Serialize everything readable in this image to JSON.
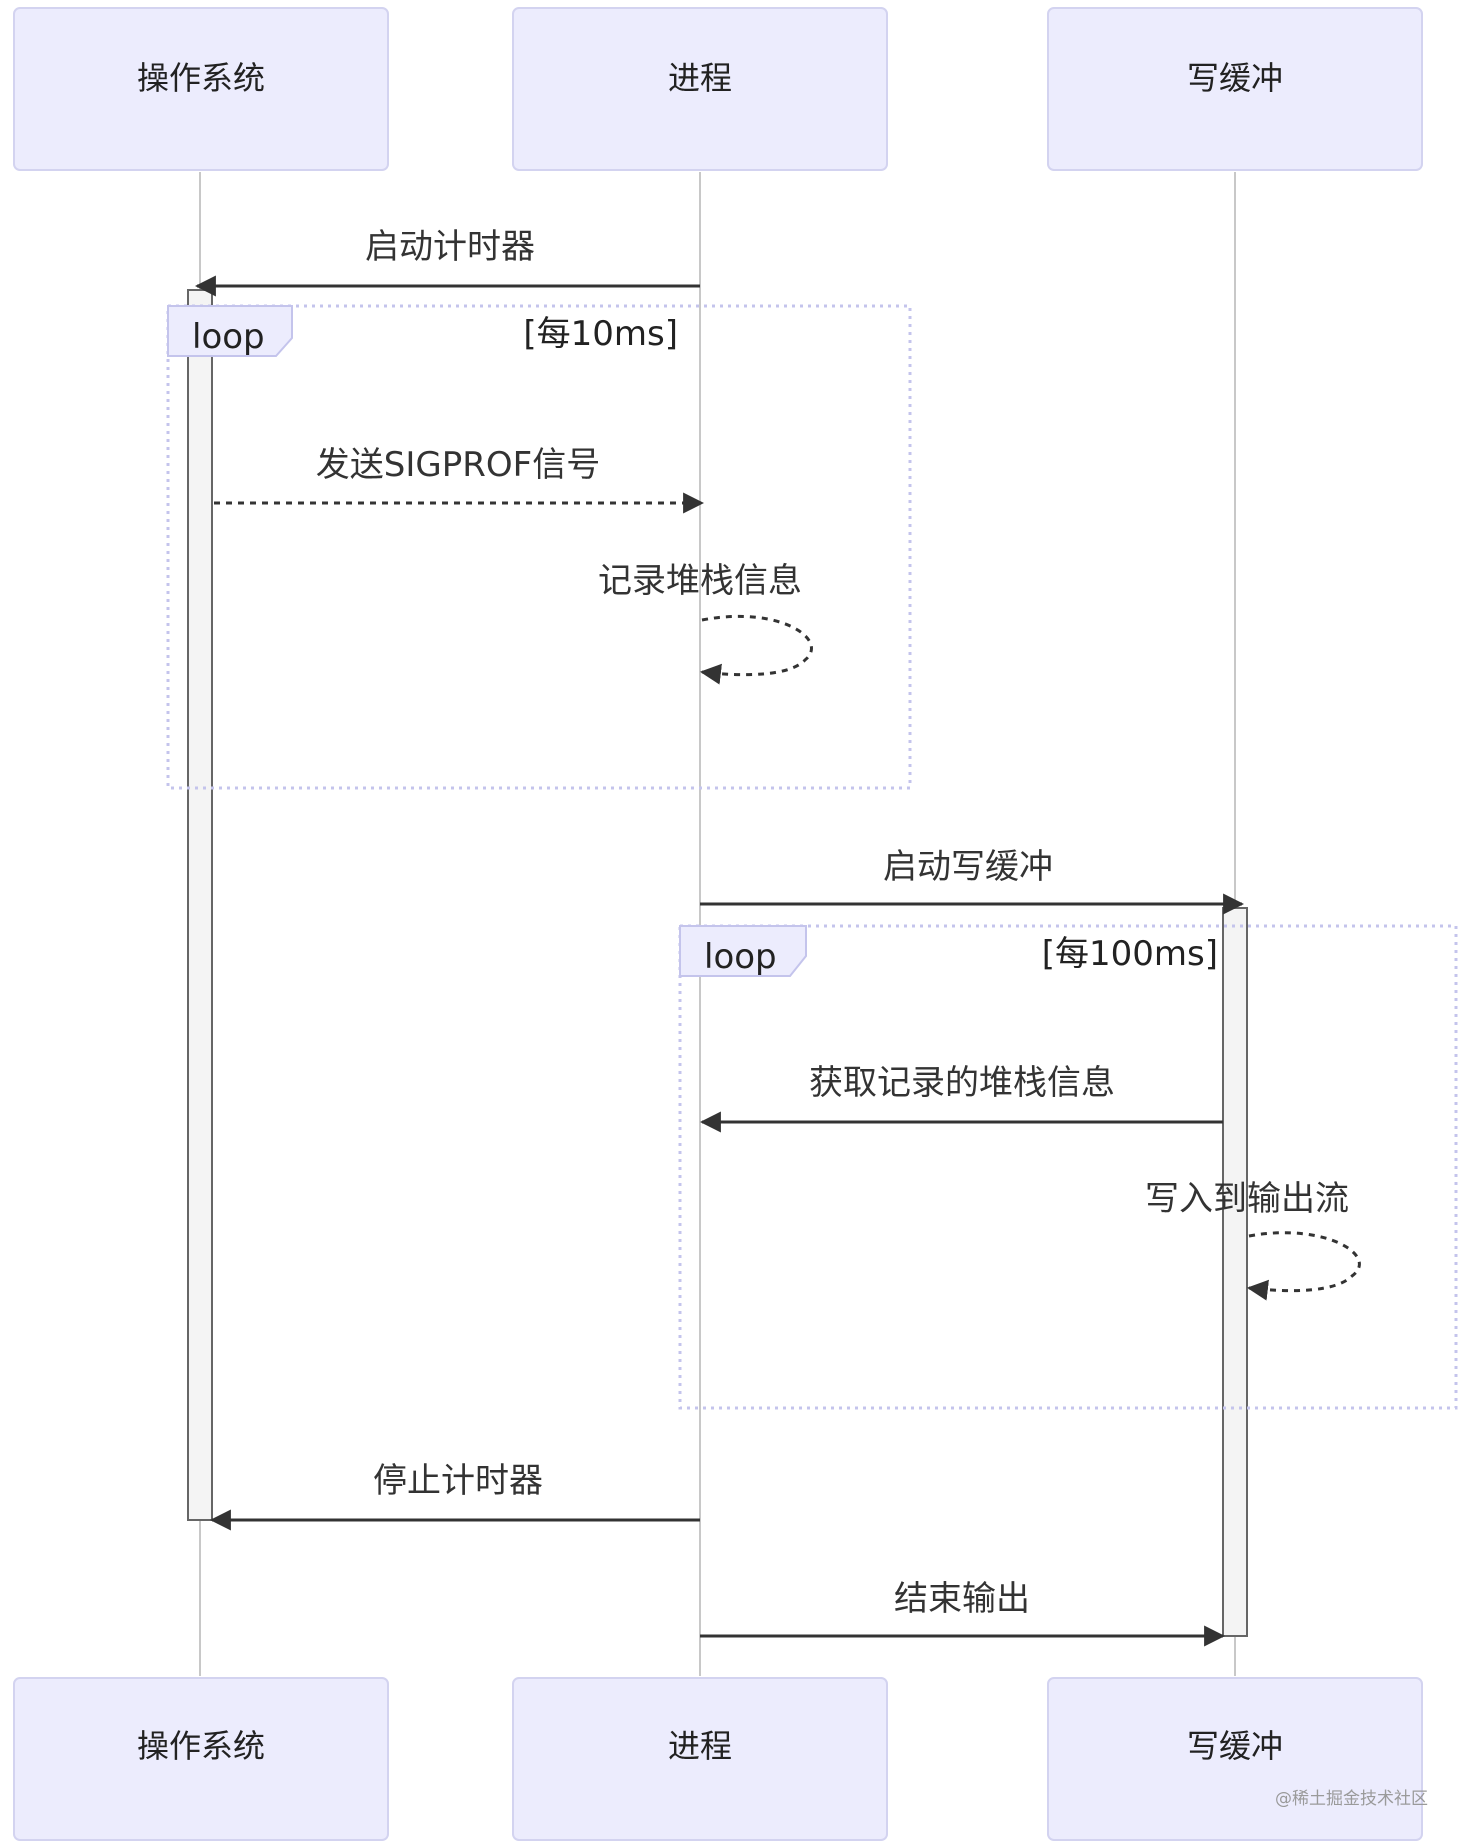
{
  "actors": [
    "操作系统",
    "进程",
    "写缓冲"
  ],
  "messages": {
    "start_timer": "启动计时器",
    "send_sigprof": "发送SIGPROF信号",
    "record_stack": "记录堆栈信息",
    "start_write_buffer": "启动写缓冲",
    "fetch_stack": "获取记录的堆栈信息",
    "write_output": "写入到输出流",
    "stop_timer": "停止计时器",
    "end_output": "结束输出"
  },
  "loops": [
    {
      "label": "loop",
      "condition": "[每10ms]"
    },
    {
      "label": "loop",
      "condition": "[每100ms]"
    }
  ],
  "watermark": "@稀土掘金技术社区"
}
